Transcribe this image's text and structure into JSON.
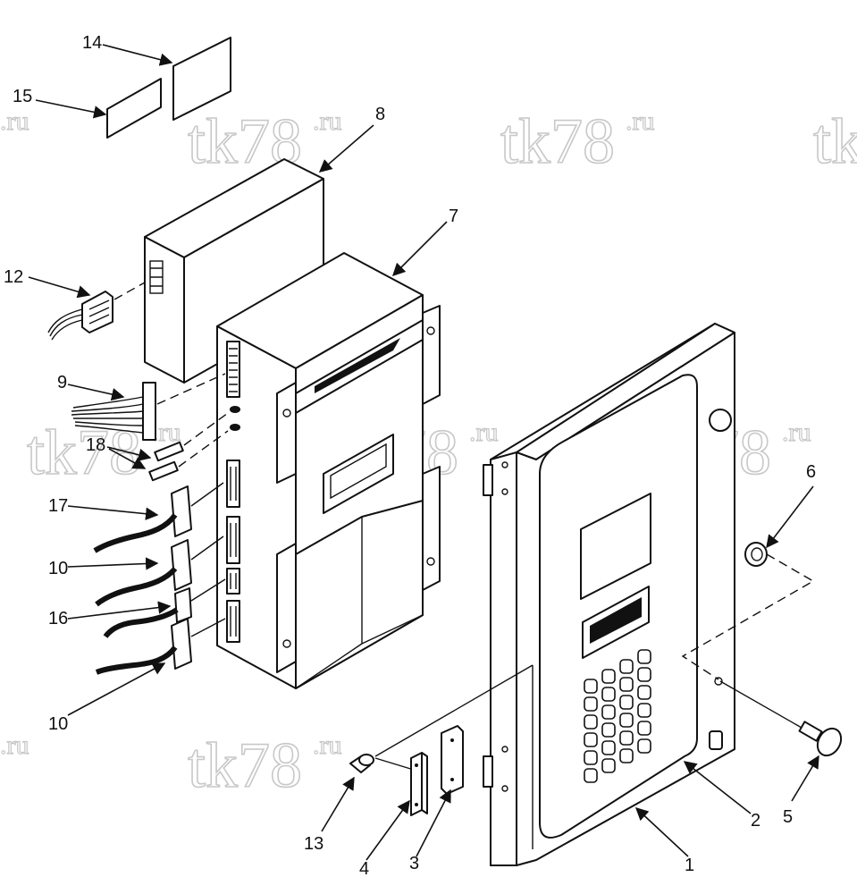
{
  "watermark": {
    "main": "tk78",
    "sup": ".ru"
  },
  "callouts": [
    "1",
    "2",
    "3",
    "4",
    "5",
    "6",
    "7",
    "8",
    "9",
    "10",
    "10",
    "12",
    "13",
    "14",
    "15",
    "16",
    "17",
    "18"
  ]
}
